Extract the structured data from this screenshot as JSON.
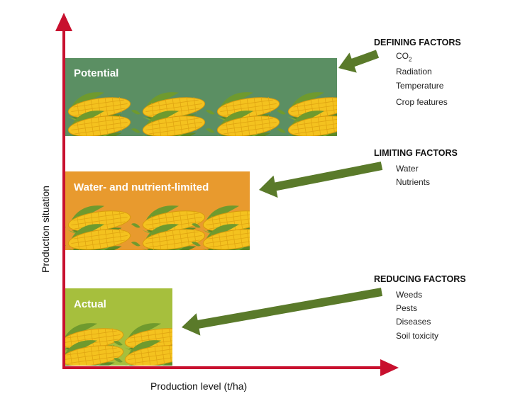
{
  "axes": {
    "x_label": "Production level (t/ha)",
    "y_label": "Production situation",
    "color": "#c8102e"
  },
  "bars": [
    {
      "label": "Potential",
      "color": "#5b8f63"
    },
    {
      "label": "Water- and nutrient-limited",
      "color": "#e89a2e"
    },
    {
      "label": "Actual",
      "color": "#a6bf3d"
    }
  ],
  "factor_groups": [
    {
      "title": "DEFINING FACTORS",
      "items": [
        "CO",
        "Radiation",
        "Temperature",
        "Crop features"
      ],
      "co2_subscript": "2"
    },
    {
      "title": "LIMITING FACTORS",
      "items": [
        "Water",
        "Nutrients"
      ]
    },
    {
      "title": "REDUCING FACTORS",
      "items": [
        "Weeds",
        "Pests",
        "Diseases",
        "Soil toxicity"
      ]
    }
  ],
  "arrow_color": "#5a7a2a"
}
